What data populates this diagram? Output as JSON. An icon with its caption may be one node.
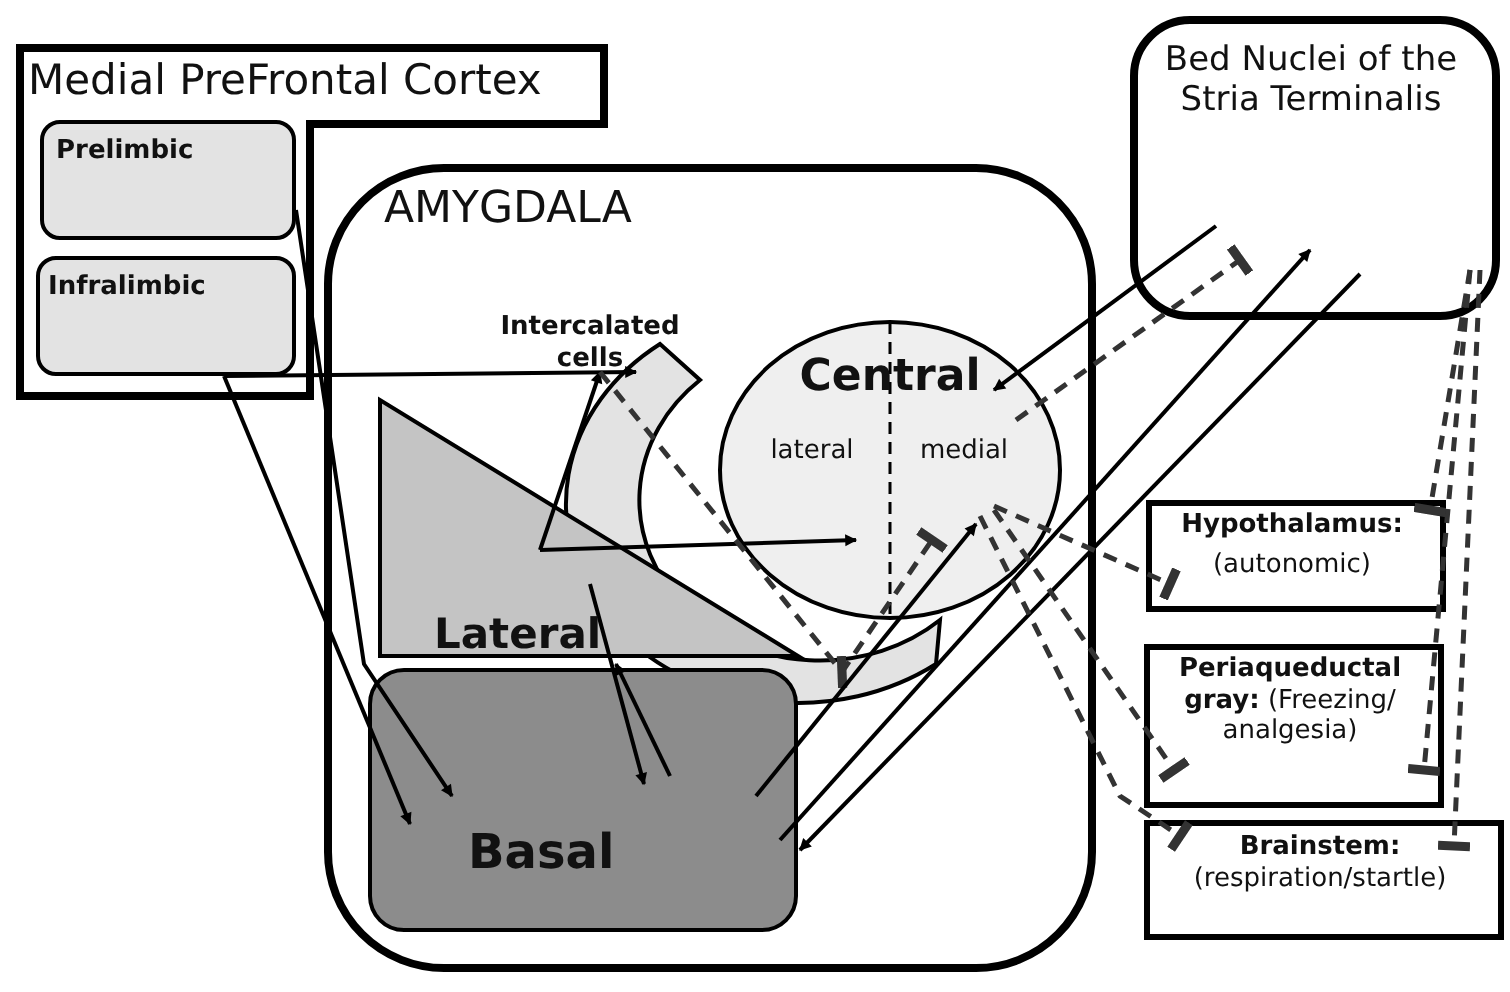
{
  "diagram": {
    "nodes": [
      {
        "text": [
          "Medial PreFrontal Cortex"
        ]
      },
      {
        "text": [
          "Prelimbic"
        ],
        "in": 0
      },
      {
        "text": [
          "Infralimbic"
        ],
        "in": 0
      },
      {
        "text": [
          "AMYGDALA"
        ]
      },
      {
        "text": [
          "Intercalated cells"
        ],
        "in": 3
      },
      {
        "text": [
          "Central",
          "lateral",
          "medial"
        ],
        "in": 3
      },
      {
        "text": [
          "Lateral"
        ],
        "in": 3
      },
      {
        "text": [
          "Basal"
        ],
        "in": 3
      },
      {
        "text": [
          "Bed Nuclei of the Stria Terminalis"
        ]
      },
      {
        "text": [
          "Hypothalamus:",
          "(autonomic)"
        ]
      },
      {
        "text": [
          "**Periaqueductal gray:** (Freezing/ analgesia)"
        ]
      },
      {
        "text": [
          "**Brainstem:** (respiration/startle)"
        ]
      }
    ],
    "edges": [
      {
        "from": 1,
        "to": 7,
        "arrow": "to"
      },
      {
        "from": 2,
        "to": 7,
        "arrow": "to"
      },
      {
        "from": 2,
        "to": 4,
        "arrow": "to"
      },
      {
        "from": 6,
        "to": 4,
        "arrow": "to"
      },
      {
        "from": 6,
        "to": 5,
        "arrow": "to"
      },
      {
        "from": 6,
        "to": 7,
        "arrow": "to"
      },
      {
        "from": 7,
        "to": 6,
        "arrow": "to"
      },
      {
        "from": 4,
        "to": 5,
        "arrow": "other",
        "style": "dashed"
      },
      {
        "from": 7,
        "to": 5,
        "arrow": "to"
      },
      {
        "from": 7,
        "to": 8,
        "arrow": "to"
      },
      {
        "from": 8,
        "to": 7,
        "arrow": "to"
      },
      {
        "from": 8,
        "to": 5,
        "arrow": "to"
      },
      {
        "from": 5,
        "to": 8,
        "arrow": "other",
        "style": "dashed"
      },
      {
        "from": 5,
        "to": 9,
        "arrow": "other",
        "style": "dashed"
      },
      {
        "from": 5,
        "to": 10,
        "arrow": "other",
        "style": "dashed"
      },
      {
        "from": 5,
        "to": 11,
        "arrow": "other",
        "style": "dashed"
      },
      {
        "from": 8,
        "to": 9,
        "arrow": "other",
        "style": "dashed"
      },
      {
        "from": 8,
        "to": 10,
        "arrow": "other",
        "style": "dashed"
      },
      {
        "from": 8,
        "to": 11,
        "arrow": "other",
        "style": "dashed"
      }
    ]
  }
}
